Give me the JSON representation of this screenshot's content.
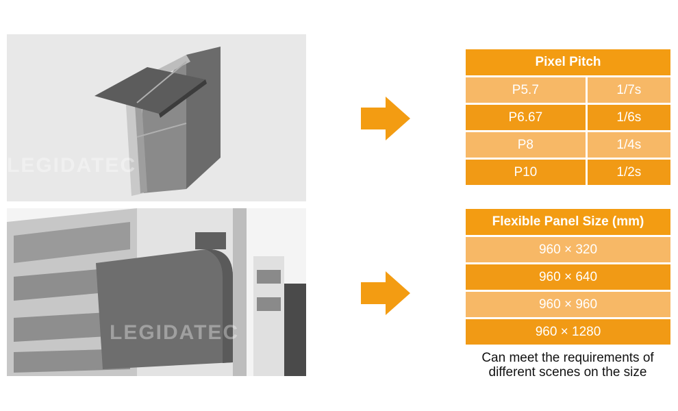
{
  "top_table": {
    "header": "Pixel Pitch",
    "rows": [
      {
        "pitch": "P5.7",
        "scan": "1/7s"
      },
      {
        "pitch": "P6.67",
        "scan": "1/6s"
      },
      {
        "pitch": "P8",
        "scan": "1/4s"
      },
      {
        "pitch": "P10",
        "scan": "1/2s"
      }
    ]
  },
  "bottom_table": {
    "header": "Flexible Panel Size (mm)",
    "rows": [
      "960 × 320",
      "960 × 640",
      "960 × 960",
      "960 × 1280"
    ]
  },
  "caption": {
    "line1": "Can meet the requirements of",
    "line2": "different scenes on the size"
  },
  "watermark": "LEGIDATEC",
  "colors": {
    "accent": "#f39c12",
    "light": "#f7b866",
    "dark": "#f19a15"
  }
}
